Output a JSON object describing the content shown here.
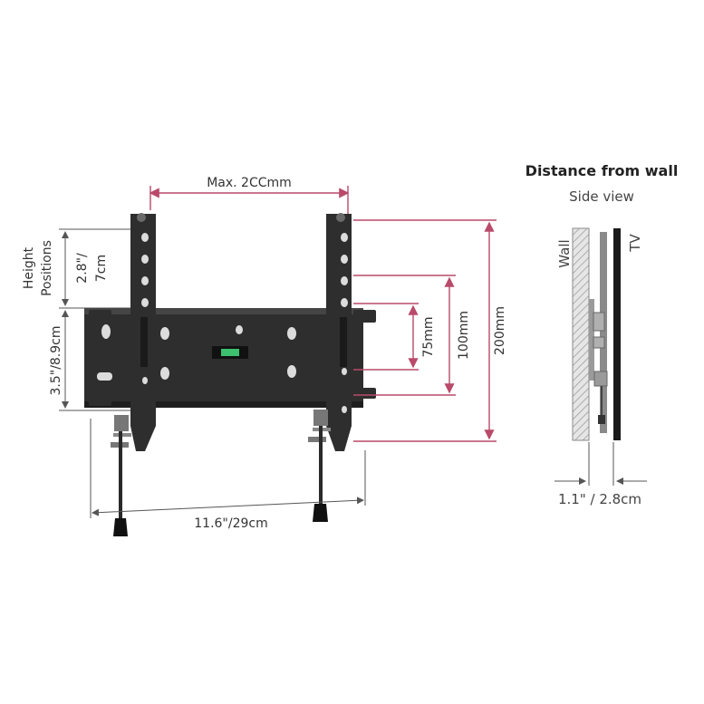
{
  "front": {
    "max_width_label": "Max. 2CCmm",
    "height_label": "Height",
    "positions_label": "Positions",
    "pos_dim_line1": "2.8\"/",
    "pos_dim_line2": "7cm",
    "plate_height_label": "3.5\"/8.9cm",
    "width_label": "11.6\"/29cm",
    "dim_75": "75mm",
    "dim_100": "100mm",
    "dim_200": "200mm"
  },
  "side": {
    "title": "Distance from wall",
    "subtitle": "Side view",
    "wall_label": "Wall",
    "tv_label": "TV",
    "distance_label": "1.1\" / 2.8cm"
  },
  "colors": {
    "dimension_accent": "#b94a6a",
    "steel": "#2e2e2e",
    "level_bubble": "#3cc06e"
  }
}
